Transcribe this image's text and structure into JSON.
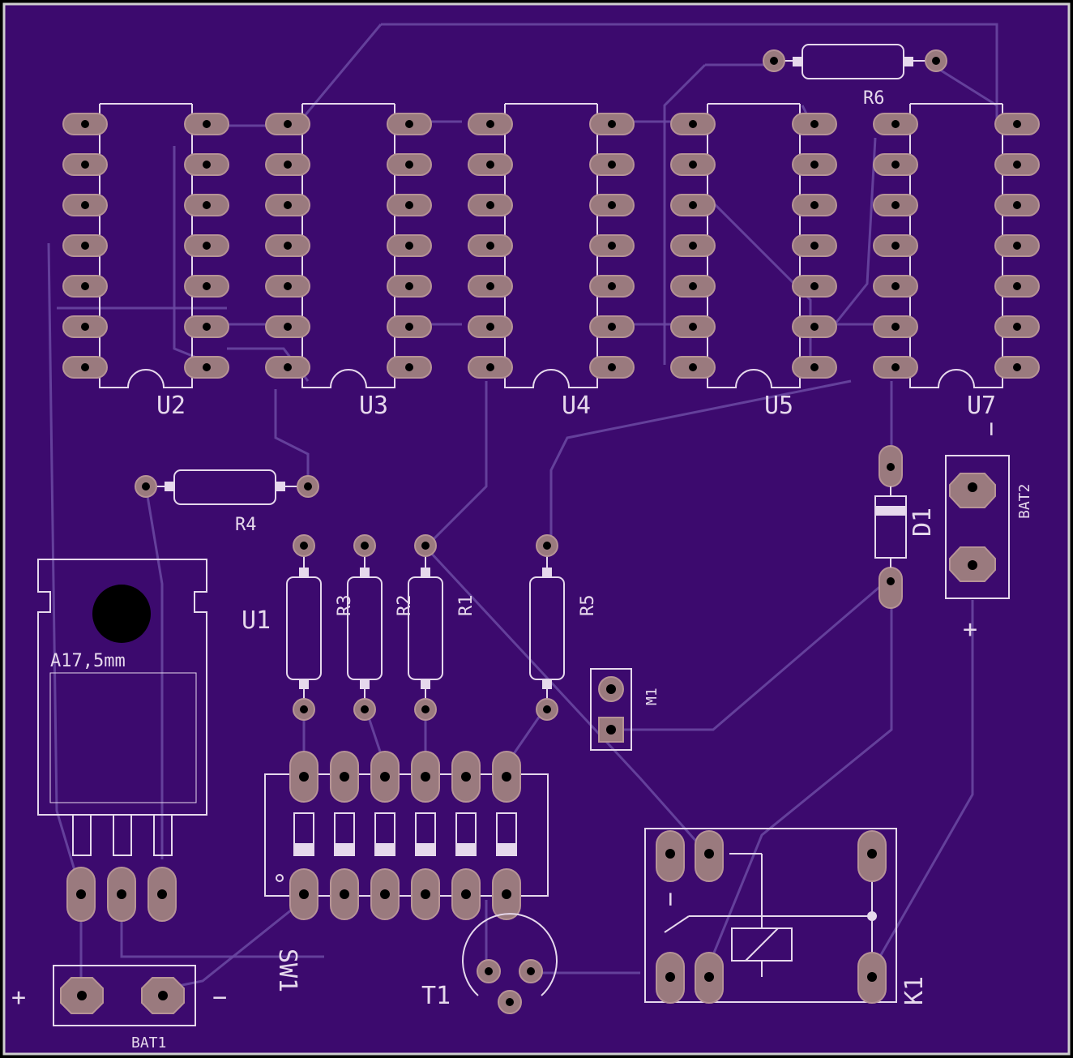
{
  "board": {
    "labels": {
      "u2": "U2",
      "u3": "U3",
      "u4": "U4",
      "u5": "U5",
      "u7": "U7",
      "r1": "R1",
      "r2": "R2",
      "r3": "R3",
      "r4": "R4",
      "r5": "R5",
      "r6": "R6",
      "u1": "U1",
      "d1": "D1",
      "m1": "M1",
      "t1": "T1",
      "k1": "K1",
      "sw1": "SW1",
      "bat1": "BAT1",
      "bat2": "BAT2",
      "heatsink": "A17,5mm",
      "bat1_plus": "+",
      "bat1_minus": "−",
      "bat2_plus": "+",
      "bat2_minus": "−",
      "k1_minus": "−"
    }
  },
  "colors": {
    "board": "#3c0a6e",
    "border": "#cfcfcf",
    "silkscreen": "#e6d8ec",
    "pad": "#9a7a7e",
    "trace": "#6b4aa3"
  }
}
